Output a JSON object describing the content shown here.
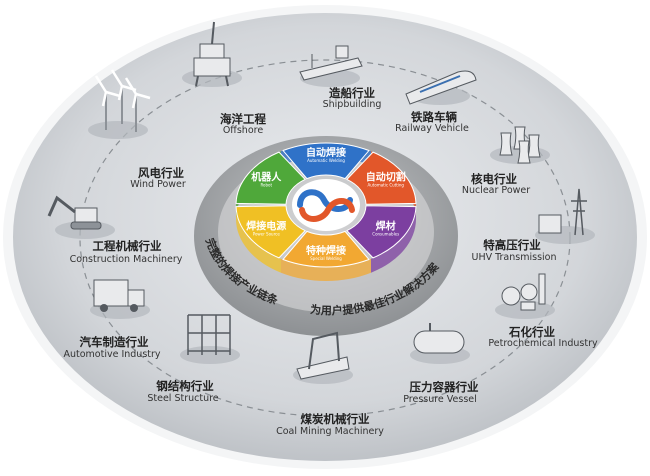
{
  "core": {
    "segments": [
      {
        "cn": "自动焊接",
        "en": "Automatic Welding",
        "color": "#2f72c8"
      },
      {
        "cn": "自动切割",
        "en": "Automatic Cutting",
        "color": "#e2572a"
      },
      {
        "cn": "焊材",
        "en": "Consumables",
        "color": "#7c3fa0"
      },
      {
        "cn": "特种焊接",
        "en": "Special Welding",
        "color": "#f2a832"
      },
      {
        "cn": "焊接电源",
        "en": "Power Source",
        "color": "#f0c024"
      },
      {
        "cn": "机器人",
        "en": "Robot",
        "color": "#4fa83a"
      }
    ],
    "slogan_left": "完整的焊接产业链条",
    "slogan_right": "为用户提供最佳行业解决方案"
  },
  "industries": [
    {
      "id": "offshore",
      "cn": "海洋工程",
      "en": "Offshore",
      "icon": "offshore-platform-icon"
    },
    {
      "id": "shipbuilding",
      "cn": "造船行业",
      "en": "Shipbuilding",
      "icon": "ship-icon"
    },
    {
      "id": "railway",
      "cn": "铁路车辆",
      "en": "Railway Vehicle",
      "icon": "train-icon"
    },
    {
      "id": "nuclear",
      "cn": "核电行业",
      "en": "Nuclear Power",
      "icon": "nuclear-plant-icon"
    },
    {
      "id": "uhv",
      "cn": "特高压行业",
      "en": "UHV Transmission",
      "icon": "transmission-tower-icon"
    },
    {
      "id": "petrochemical",
      "cn": "石化行业",
      "en": "Petrochemical Industry",
      "icon": "refinery-icon"
    },
    {
      "id": "pressure",
      "cn": "压力容器行业",
      "en": "Pressure Vessel",
      "icon": "pressure-tank-icon"
    },
    {
      "id": "coal",
      "cn": "煤炭机械行业",
      "en": "Coal Mining Machinery",
      "icon": "mining-support-icon"
    },
    {
      "id": "steel",
      "cn": "钢结构行业",
      "en": "Steel Structure",
      "icon": "steel-frame-icon"
    },
    {
      "id": "automotive",
      "cn": "汽车制造行业",
      "en": "Automotive Industry",
      "icon": "truck-icon"
    },
    {
      "id": "construction",
      "cn": "工程机械行业",
      "en": "Construction Machinery",
      "icon": "excavator-icon"
    },
    {
      "id": "wind",
      "cn": "风电行业",
      "en": "Wind Power",
      "icon": "wind-turbine-icon"
    }
  ],
  "colors": {
    "outer_ring": "#c9ccd0",
    "inner_disc": "#a9abad",
    "dash": "#8a8f94"
  }
}
